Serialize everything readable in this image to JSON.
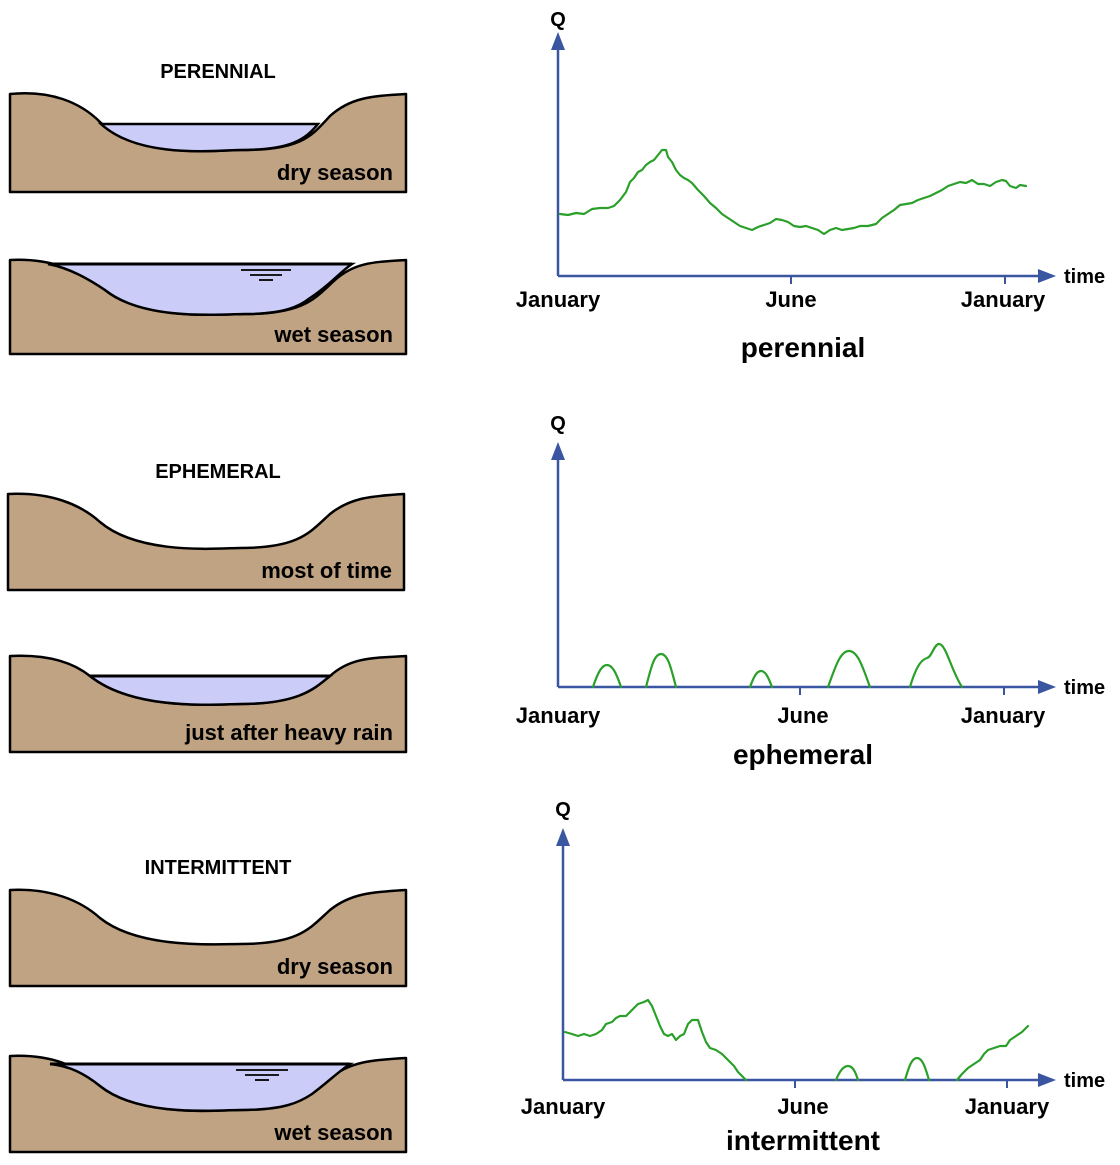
{
  "figure": {
    "perennial": {
      "title": "PERENNIAL",
      "panel_top_label": "dry season",
      "panel_bottom_label": "wet season",
      "graph_caption": "perennial"
    },
    "ephemeral": {
      "title": "EPHEMERAL",
      "panel_top_label": "most of time",
      "panel_bottom_label": "just after heavy rain",
      "graph_caption": "ephemeral"
    },
    "intermittent": {
      "title": "INTERMITTENT",
      "panel_top_label": "dry season",
      "panel_bottom_label": "wet season",
      "graph_caption": "intermittent"
    },
    "axes": {
      "y_label": "Q",
      "x_label": "time",
      "ticks": [
        "January",
        "June",
        "January"
      ]
    },
    "colors": {
      "ground": "#c0a383",
      "water": "#ccccf8",
      "axis": "#3a56a0",
      "discharge": "#2aa02a"
    }
  }
}
